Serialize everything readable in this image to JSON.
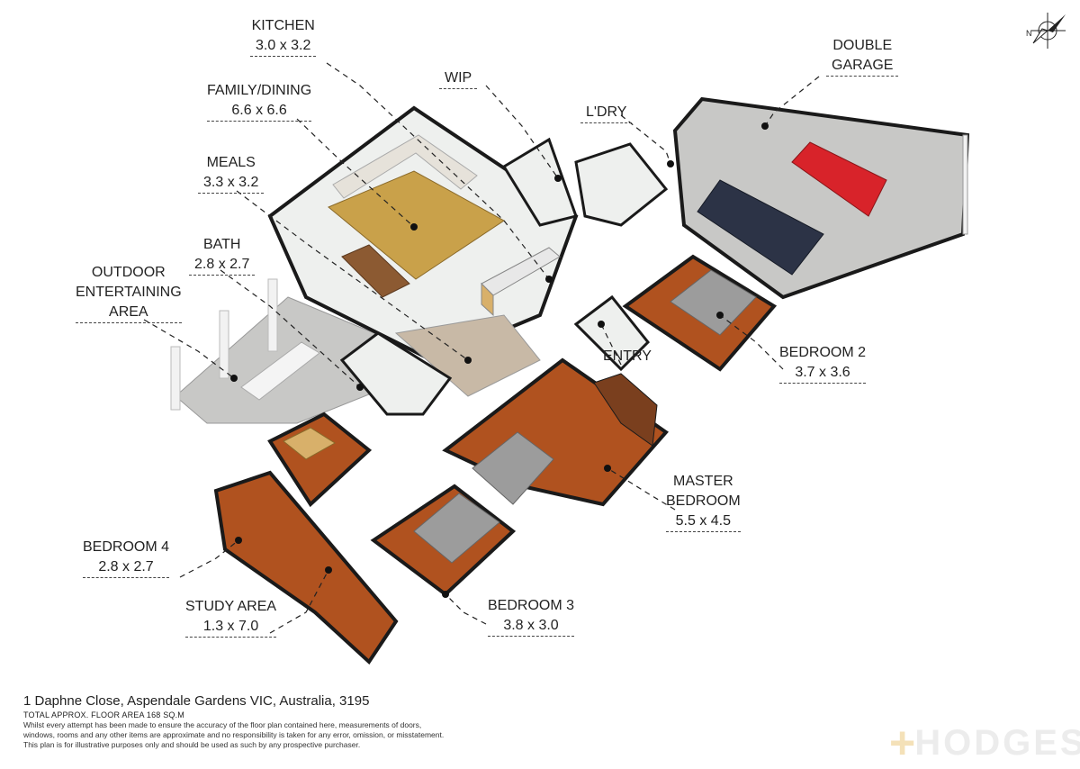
{
  "rooms": {
    "kitchen": {
      "name": "KITCHEN",
      "dim": "3.0 x 3.2"
    },
    "family": {
      "name": "FAMILY/DINING",
      "dim": "6.6 x 6.6"
    },
    "wip": {
      "name": "WIP"
    },
    "laundry": {
      "name": "L'DRY"
    },
    "garage": {
      "name_1": "DOUBLE",
      "name_2": "GARAGE"
    },
    "meals": {
      "name": "MEALS",
      "dim": "3.3 x 3.2"
    },
    "bath": {
      "name": "BATH",
      "dim": "2.8 x 2.7"
    },
    "outdoor": {
      "name_1": "OUTDOOR",
      "name_2": "ENTERTAINING",
      "name_3": "AREA"
    },
    "entry": {
      "name": "ENTRY"
    },
    "bedroom2": {
      "name": "BEDROOM 2",
      "dim": "3.7 x 3.6"
    },
    "master": {
      "name_1": "MASTER",
      "name_2": "BEDROOM",
      "dim": "5.5 x 4.5"
    },
    "bedroom4": {
      "name": "BEDROOM 4",
      "dim": "2.8 x 2.7"
    },
    "study": {
      "name": "STUDY AREA",
      "dim": "1.3 x 7.0"
    },
    "bedroom3": {
      "name": "BEDROOM 3",
      "dim": "3.8 x 3.0"
    }
  },
  "footer": {
    "address": "1 Daphne Close, Aspendale Gardens VIC, Australia, 3195",
    "area": "TOTAL APPROX. FLOOR AREA 168 SQ.M",
    "disclaimer_1": "Whilst every attempt has been made to ensure the accuracy of the floor plan contained here, measurements of doors,",
    "disclaimer_2": "windows, rooms and any other items are approximate and no responsibility is taken for any error, omission, or misstatement.",
    "disclaimer_3": "This plan is for illustrative purposes only and should be used as such by any prospective purchaser."
  },
  "compass": {
    "north_label": "N"
  },
  "brand": {
    "plus": "+",
    "name": "HODGES"
  },
  "colors": {
    "floor_wood": "#b0521f",
    "floor_tile": "#eef0ee",
    "floor_concrete": "#c8c8c6",
    "rug": "#c9a14a",
    "wall_top": "#1a1a1a",
    "wall_side": "#f2f2f2",
    "brand_plus": "#f4e1b8",
    "car_red": "#d8232a",
    "car_navy": "#2c3346"
  }
}
